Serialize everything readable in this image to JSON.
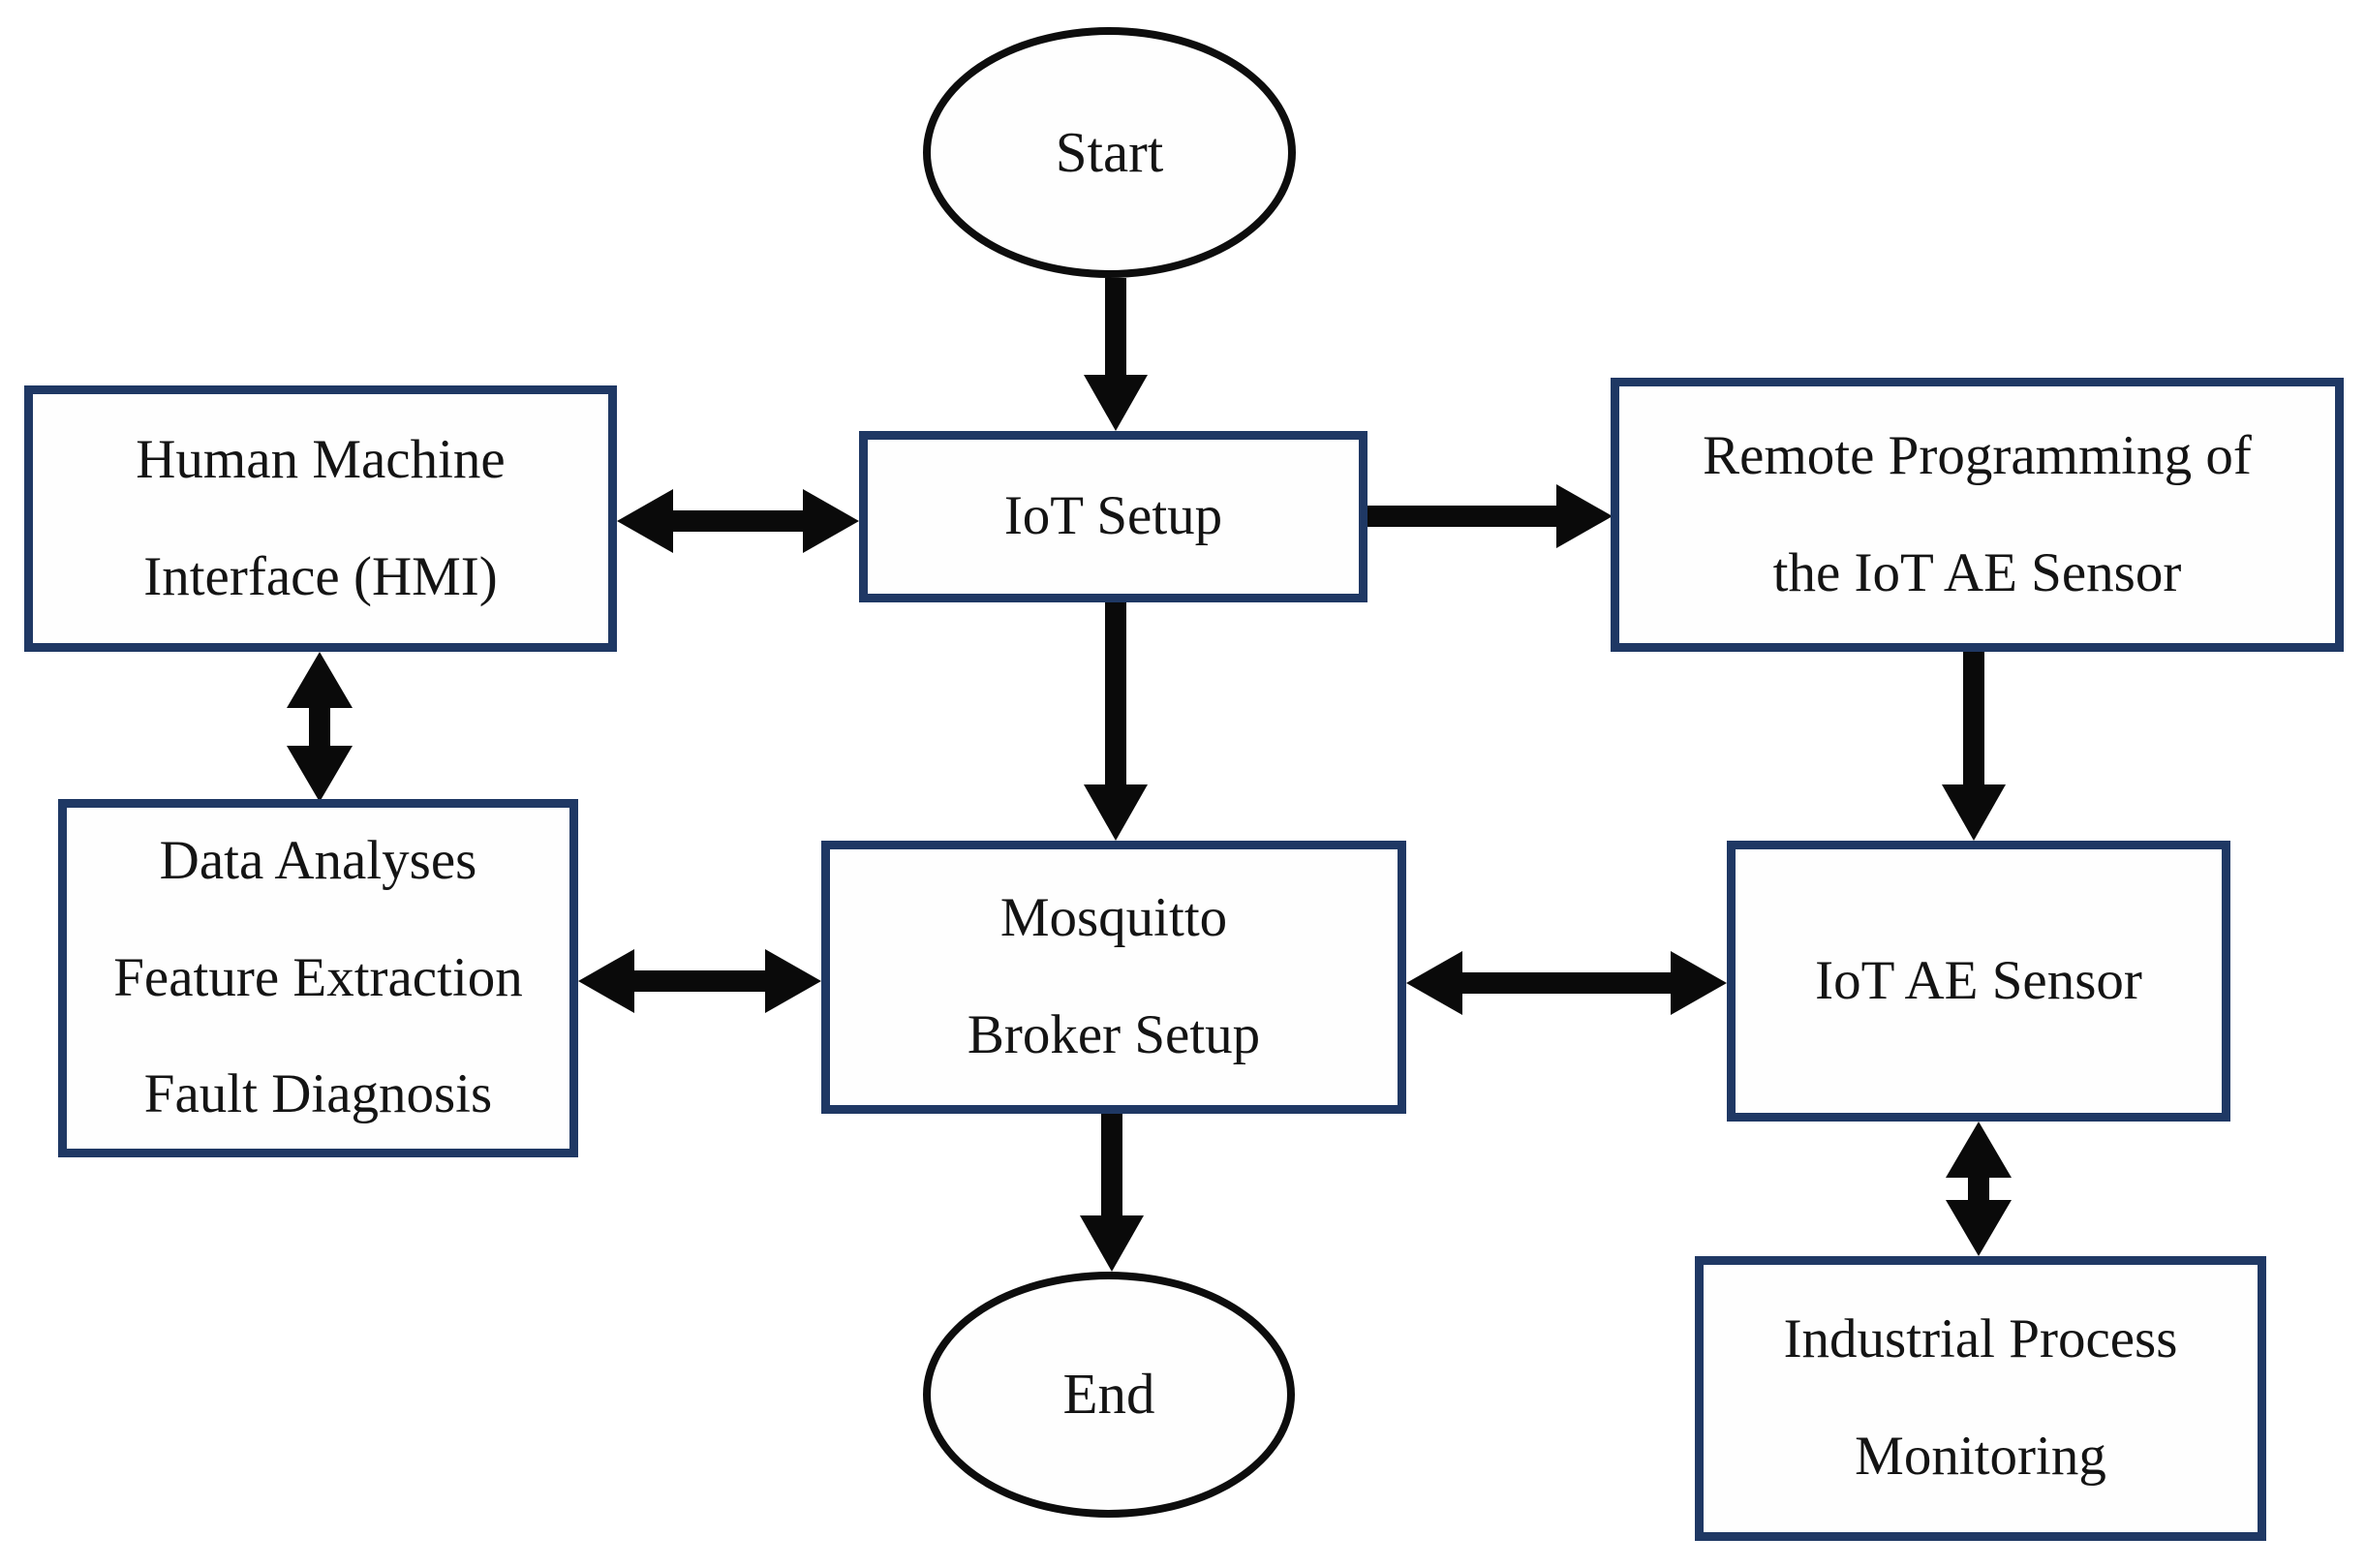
{
  "diagram": {
    "type": "flowchart",
    "description": "IoT acoustic-emission (AE) sensor system setup flowchart",
    "colors": {
      "process_box_border": "#1f3864",
      "terminal_border": "#0d0d0d",
      "arrow": "#0a0a0a",
      "background": "#ffffff",
      "text": "#141414"
    },
    "nodes": {
      "start": {
        "label": "Start",
        "shape": "ellipse"
      },
      "hmi": {
        "label": "Human Machine\nInterface (HMI)",
        "shape": "rect"
      },
      "iot_setup": {
        "label": "IoT Setup",
        "shape": "rect"
      },
      "remote_programming": {
        "label": "Remote Programming of\nthe IoT AE Sensor",
        "shape": "rect"
      },
      "data_analyses": {
        "label": "Data Analyses\nFeature Extraction\nFault Diagnosis",
        "shape": "rect"
      },
      "mosquitto": {
        "label": "Mosquitto\nBroker Setup",
        "shape": "rect"
      },
      "iot_ae_sensor": {
        "label": "IoT AE Sensor",
        "shape": "rect"
      },
      "industrial_monitoring": {
        "label": "Industrial Process\nMonitoring",
        "shape": "rect"
      },
      "end": {
        "label": "End",
        "shape": "ellipse"
      }
    },
    "edges": [
      {
        "from": "Start",
        "to": "IoT Setup",
        "direction": "one-way"
      },
      {
        "from": "Human Machine Interface (HMI)",
        "to": "IoT Setup",
        "direction": "two-way"
      },
      {
        "from": "IoT Setup",
        "to": "Remote Programming of the IoT AE Sensor",
        "direction": "one-way"
      },
      {
        "from": "Human Machine Interface (HMI)",
        "to": "Data Analyses Feature Extraction Fault Diagnosis",
        "direction": "two-way"
      },
      {
        "from": "IoT Setup",
        "to": "Mosquitto Broker Setup",
        "direction": "one-way"
      },
      {
        "from": "Remote Programming of the IoT AE Sensor",
        "to": "IoT AE Sensor",
        "direction": "one-way"
      },
      {
        "from": "Data Analyses Feature Extraction Fault Diagnosis",
        "to": "Mosquitto Broker Setup",
        "direction": "two-way"
      },
      {
        "from": "Mosquitto Broker Setup",
        "to": "IoT AE Sensor",
        "direction": "two-way"
      },
      {
        "from": "IoT AE Sensor",
        "to": "Industrial Process Monitoring",
        "direction": "two-way"
      },
      {
        "from": "Mosquitto Broker Setup",
        "to": "End",
        "direction": "one-way"
      }
    ]
  }
}
